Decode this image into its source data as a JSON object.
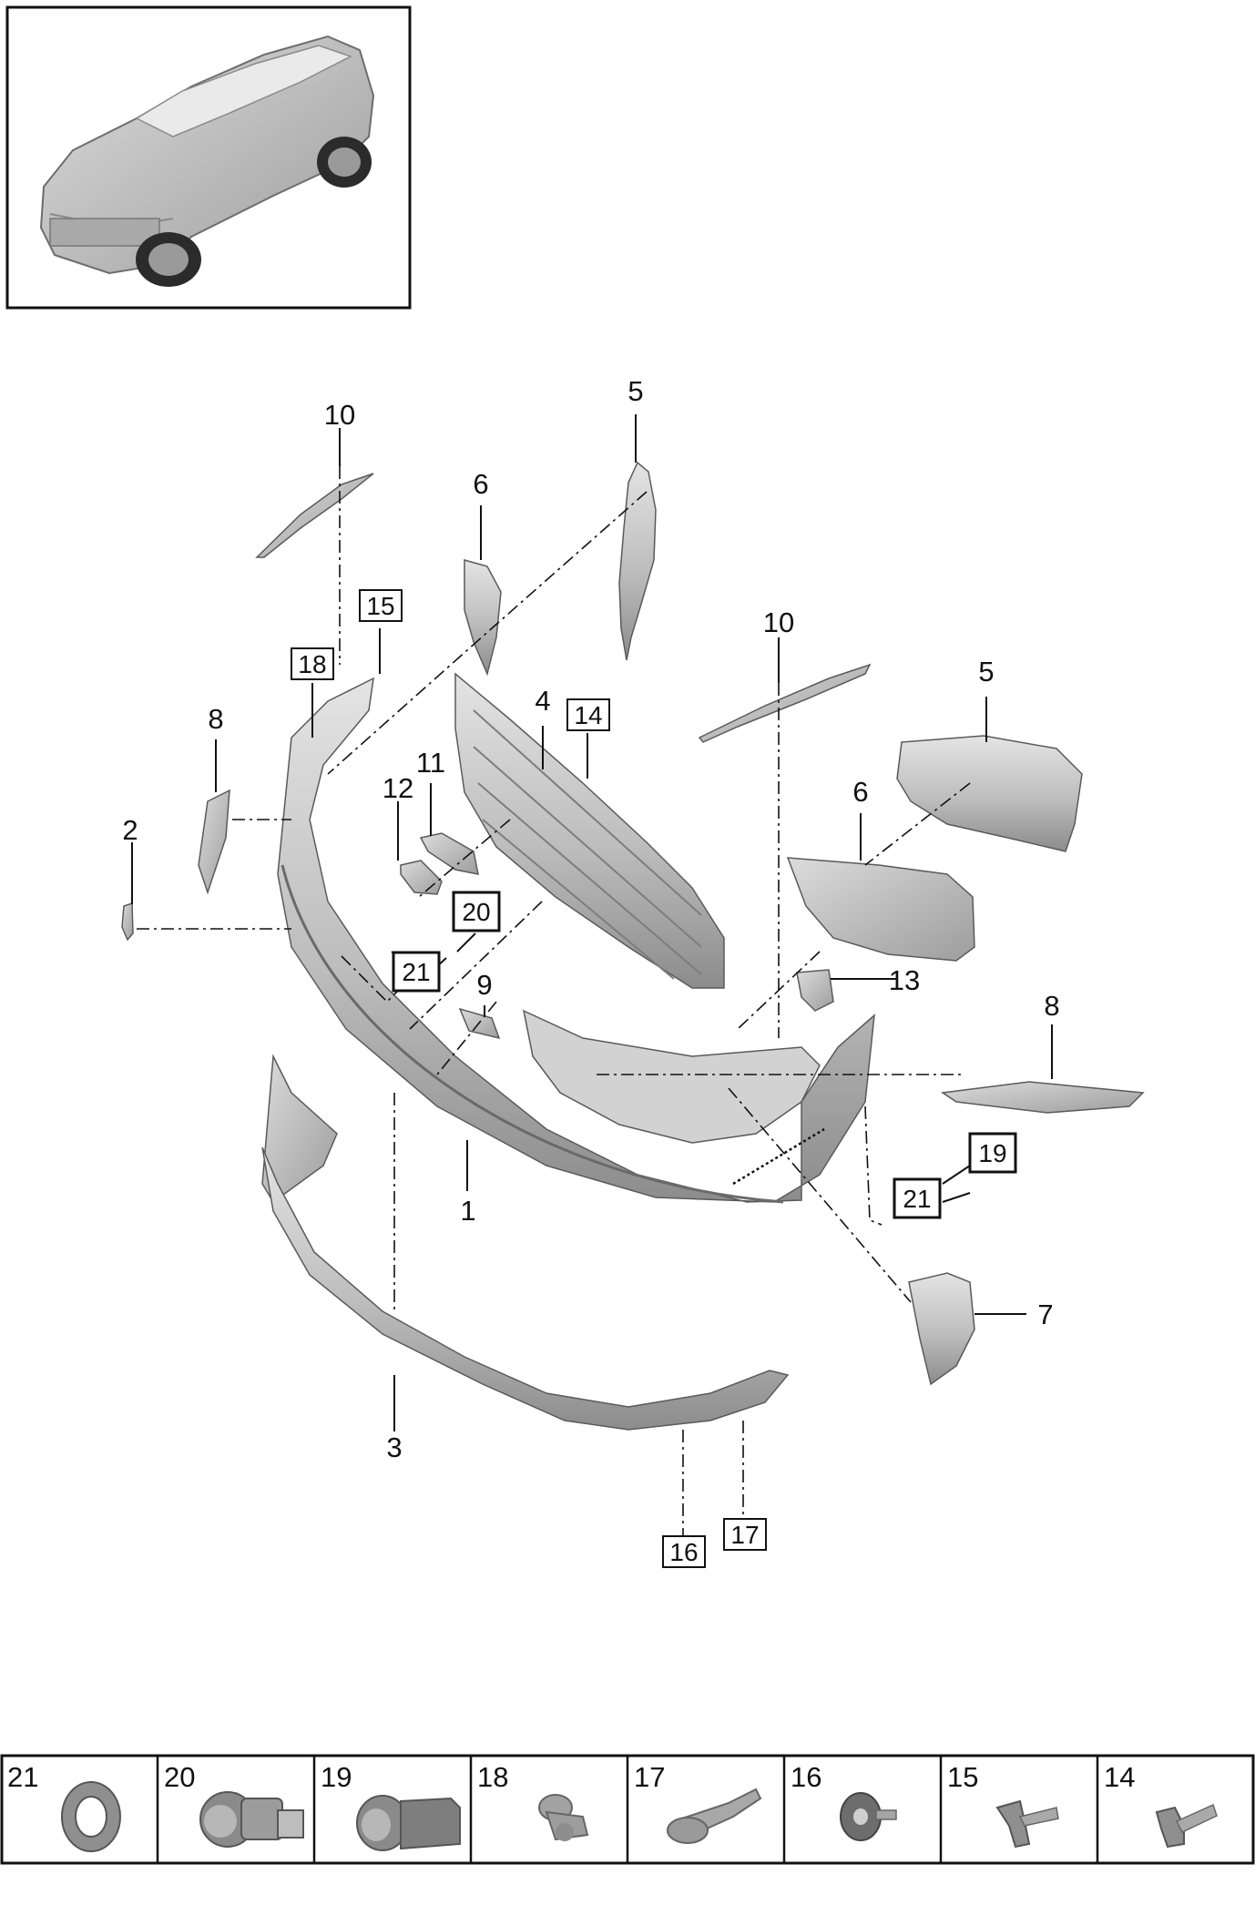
{
  "callouts": [
    {
      "id": "c1",
      "text": "1"
    },
    {
      "id": "c2",
      "text": "2"
    },
    {
      "id": "c3",
      "text": "3"
    },
    {
      "id": "c4",
      "text": "4"
    },
    {
      "id": "c5a",
      "text": "5"
    },
    {
      "id": "c5b",
      "text": "5"
    },
    {
      "id": "c6a",
      "text": "6"
    },
    {
      "id": "c6b",
      "text": "6"
    },
    {
      "id": "c7",
      "text": "7"
    },
    {
      "id": "c8a",
      "text": "8"
    },
    {
      "id": "c8b",
      "text": "8"
    },
    {
      "id": "c9",
      "text": "9"
    },
    {
      "id": "c10a",
      "text": "10"
    },
    {
      "id": "c10b",
      "text": "10"
    },
    {
      "id": "c11",
      "text": "11"
    },
    {
      "id": "c12",
      "text": "12"
    },
    {
      "id": "c13",
      "text": "13"
    }
  ],
  "boxed_callouts": [
    {
      "id": "b14",
      "text": "14"
    },
    {
      "id": "b15",
      "text": "15"
    },
    {
      "id": "b16",
      "text": "16"
    },
    {
      "id": "b17",
      "text": "17"
    },
    {
      "id": "b18",
      "text": "18"
    },
    {
      "id": "b19",
      "text": "19"
    },
    {
      "id": "b20",
      "text": "20"
    },
    {
      "id": "b21a",
      "text": "21"
    },
    {
      "id": "b21b",
      "text": "21"
    }
  ],
  "legend": [
    {
      "number": "21",
      "icon": "lock-nut-icon"
    },
    {
      "number": "20",
      "icon": "park-sensor-icon"
    },
    {
      "number": "19",
      "icon": "park-sensor-icon"
    },
    {
      "number": "18",
      "icon": "expanding-rivet-icon"
    },
    {
      "number": "17",
      "icon": "push-clip-icon"
    },
    {
      "number": "16",
      "icon": "washer-screw-icon"
    },
    {
      "number": "15",
      "icon": "flange-screw-icon"
    },
    {
      "number": "14",
      "icon": "flange-screw-icon"
    }
  ],
  "colors": {
    "line": "#111111",
    "part_fill": "#c9c9c9",
    "part_shade": "#9a9a9a"
  }
}
